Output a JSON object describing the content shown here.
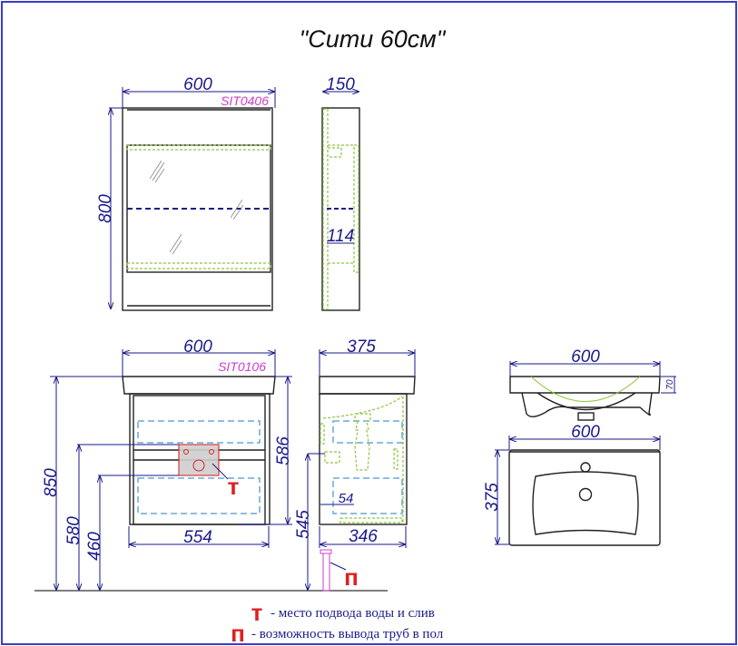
{
  "title": "\"Сити 60см\"",
  "mirror_cabinet": {
    "code": "SIT0406",
    "width": "600",
    "height": "800",
    "depth": "150",
    "shelf_depth": "114"
  },
  "vanity": {
    "code": "SIT0106",
    "width": "600",
    "height_total": "850",
    "height_580": "580",
    "height_460": "460",
    "body_height": "586",
    "inner_width": "554",
    "depth": "375",
    "inner_depth": "346",
    "height_545": "545",
    "offset_54": "54",
    "water_mark": "т",
    "floor_mark": "п"
  },
  "sink": {
    "side_width": "600",
    "side_height": "70",
    "plan_width": "600",
    "plan_depth": "375"
  },
  "legend": [
    {
      "mark": "т",
      "text": "- место подвода воды и слив"
    },
    {
      "mark": "п",
      "text": "- возможность вывода труб в пол"
    }
  ],
  "colors": {
    "dimension": "#1a1a8c",
    "code": "#d03cc8",
    "marker": "#e02020",
    "border": "#3b3bd0"
  }
}
